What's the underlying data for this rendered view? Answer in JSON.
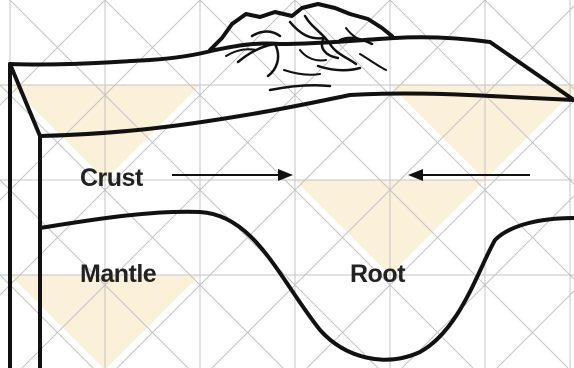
{
  "labels": {
    "crust": "Crust",
    "mantle": "Mantle",
    "root": "Root"
  },
  "icons": {
    "compression_arrow_left": "arrow-right",
    "compression_arrow_right": "arrow-left"
  },
  "colors": {
    "highlight_fill": "#fbf0d9",
    "line": "#111111",
    "grid": "#c4c4c4",
    "background": "#ffffff"
  }
}
